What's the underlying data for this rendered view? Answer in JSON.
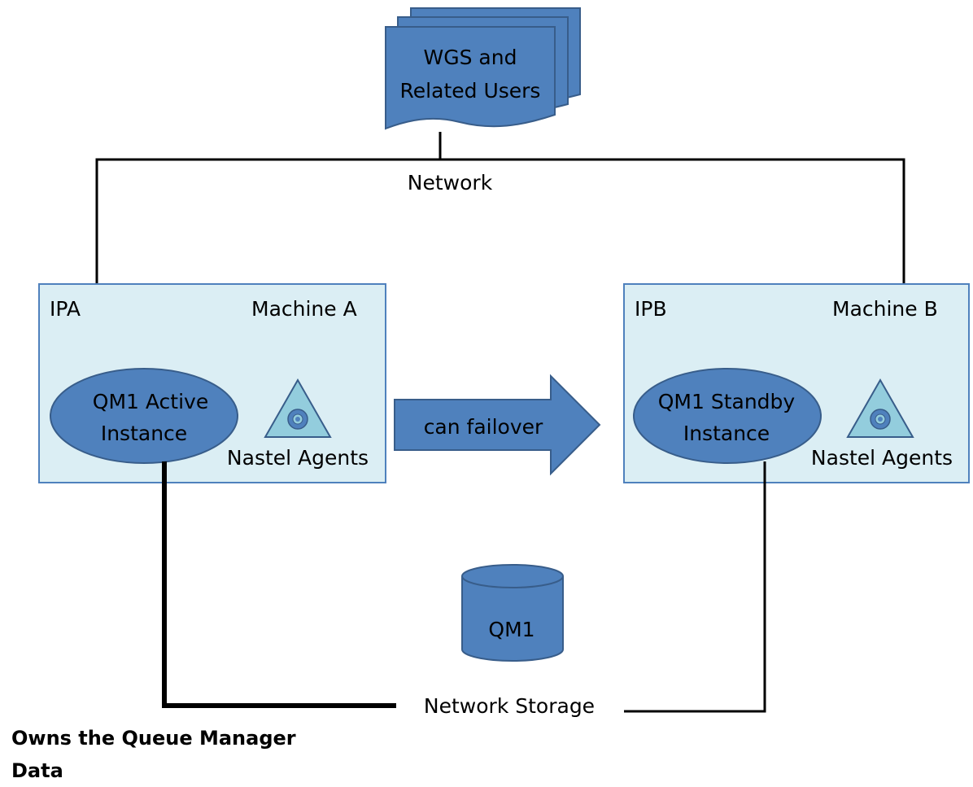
{
  "users": {
    "line1": "WGS and",
    "line2": "Related Users"
  },
  "network_label": "Network",
  "machine_a": {
    "ip": "IPA",
    "name": "Machine A",
    "qm_line1": "QM1 Active",
    "qm_line2": "Instance",
    "agents_label": "Nastel Agents"
  },
  "machine_b": {
    "ip": "IPB",
    "name": "Machine B",
    "qm_line1": "QM1 Standby",
    "qm_line2": "Instance",
    "agents_label": "Nastel Agents"
  },
  "failover_label": "can failover",
  "storage_db_label": "QM1",
  "storage_label": "Network Storage",
  "owner_note": "Owns the Queue Manager Data",
  "colors": {
    "shape_fill": "#4f81bd",
    "shape_stroke": "#385d8a",
    "machine_fill": "#dbeef4",
    "machine_stroke": "#4f81bd",
    "agent_fill": "#93cddd"
  }
}
